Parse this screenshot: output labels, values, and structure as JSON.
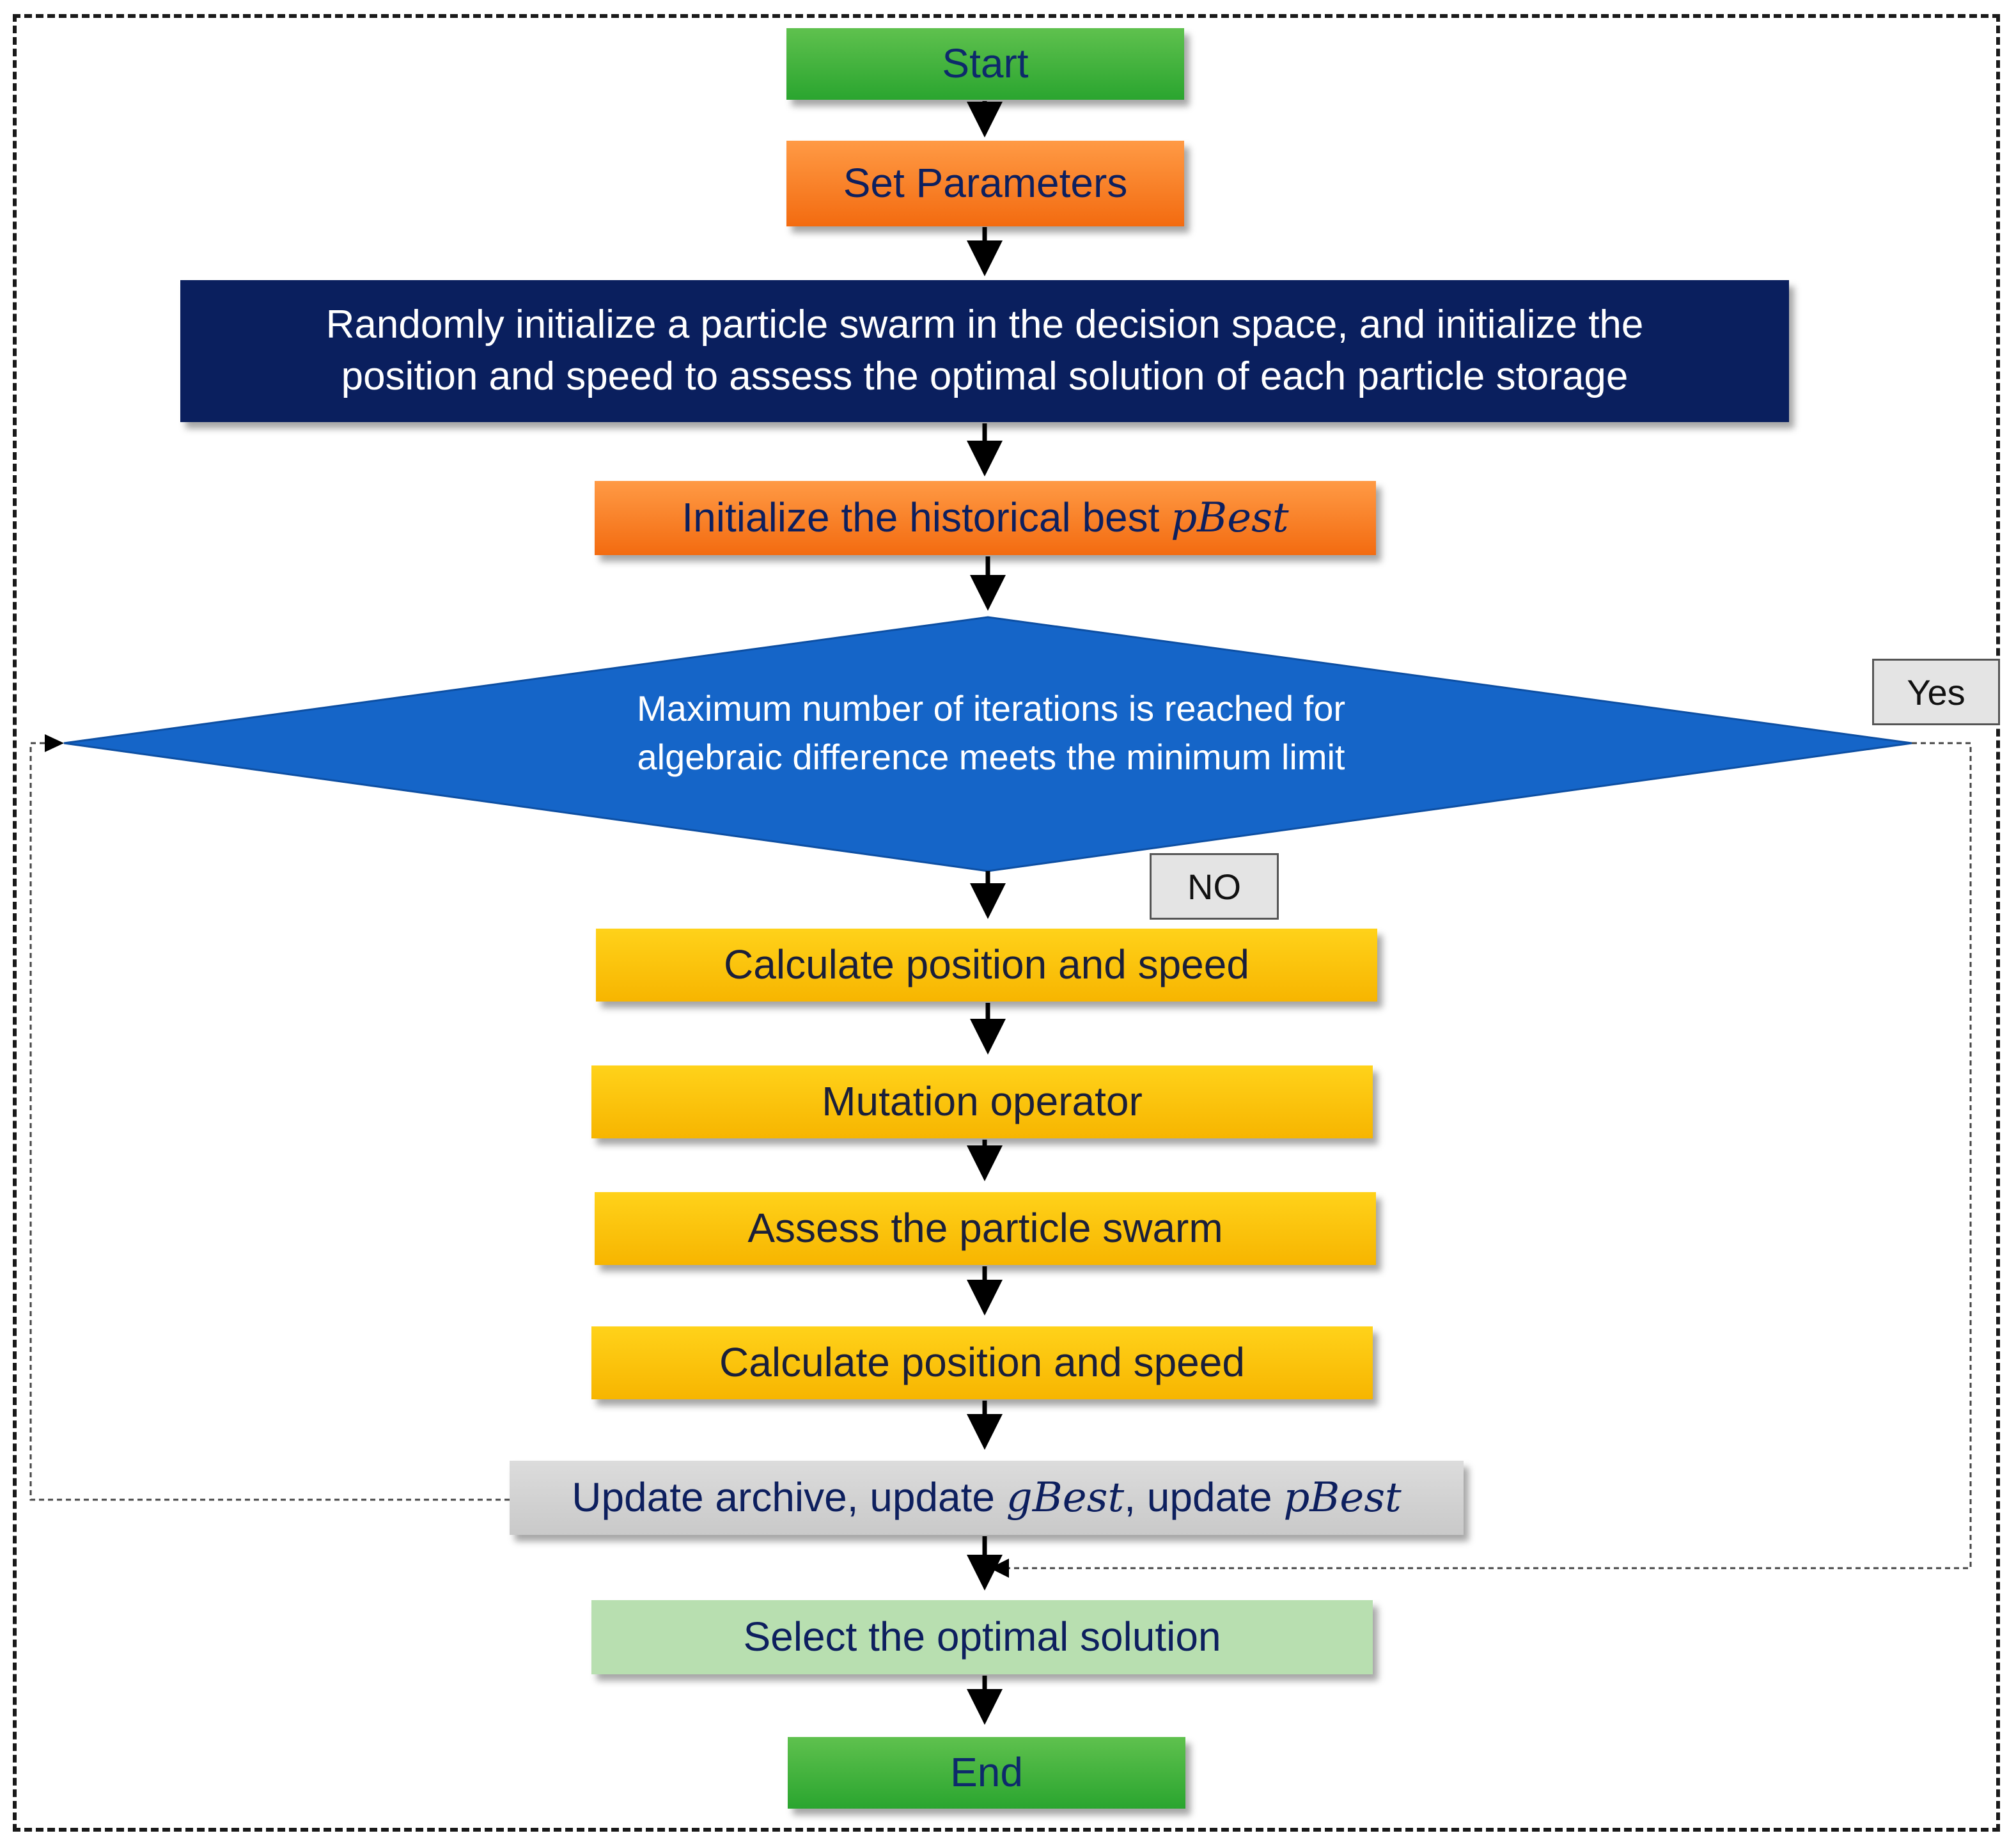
{
  "steps": {
    "start": "Start",
    "set_parameters": "Set Parameters",
    "init_swarm_line1": "Randomly initialize a particle swarm in the decision space, and initialize the",
    "init_swarm_line2": "position and speed to assess the optimal solution of each particle storage",
    "init_pbest_prefix": "Initialize the historical best ",
    "init_pbest_var": "pBest",
    "decision_line1": "Maximum number of iterations is reached for",
    "decision_line2": "algebraic difference meets the minimum limit",
    "calc_1": "Calculate position and speed",
    "mutation": "Mutation operator",
    "assess": "Assess the particle swarm",
    "calc_2": "Calculate position and speed",
    "update_prefix": "Update archive, update ",
    "update_gbest": "gBest",
    "update_mid": ", update ",
    "update_pbest": "pBest",
    "select": "Select the optimal solution",
    "end": "End"
  },
  "branch_labels": {
    "yes": "Yes",
    "no": "NO"
  },
  "colors": {
    "terminal": "#2aa52f",
    "setup": "#f36b10",
    "init": "#0a1f5e",
    "decision": "#1565c8",
    "loop_step": "#f7b500",
    "update": "#cfcfcf",
    "result": "#b8dfb0"
  }
}
